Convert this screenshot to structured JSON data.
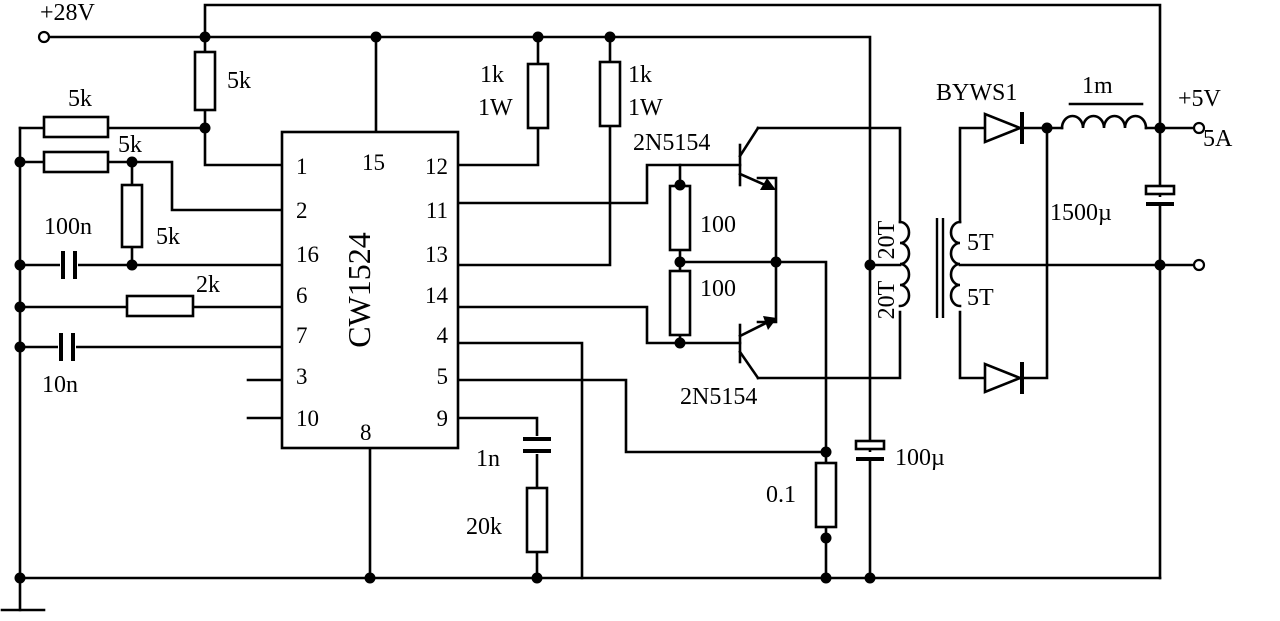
{
  "supply": {
    "input_label": "+28V"
  },
  "ic": {
    "name": "CW1524",
    "pins": {
      "p1": "1",
      "p2": "2",
      "p16": "16",
      "p6": "6",
      "p7": "7",
      "p3": "3",
      "p10": "10",
      "p15": "15",
      "p8": "8",
      "p12": "12",
      "p11": "11",
      "p13": "13",
      "p14": "14",
      "p4": "4",
      "p5": "5",
      "p9": "9"
    }
  },
  "components": {
    "r_top_5k": "5k",
    "r_left_upper_5k": "5k",
    "r_left_lower_5k": "5k",
    "r_vertical_5k": "5k",
    "c_100n": "100n",
    "r_2k": "2k",
    "c_10n": "10n",
    "r_1k_a_value": "1k",
    "r_1k_a_power": "1W",
    "r_1k_b_value": "1k",
    "r_1k_b_power": "1W",
    "q_top": "2N5154",
    "q_bottom": "2N5154",
    "r_100_top": "100",
    "r_100_bottom": "100",
    "c_1n": "1n",
    "r_20k": "20k",
    "r_sense": "0.1",
    "c_100u": "100µ",
    "primary_top": "20T",
    "primary_bottom": "20T",
    "secondary_top": "5T",
    "secondary_bottom": "5T",
    "diode": "BYWS1",
    "inductor": "1m",
    "c_out": "1500µ"
  },
  "output": {
    "voltage": "+5V",
    "current": "5A"
  }
}
